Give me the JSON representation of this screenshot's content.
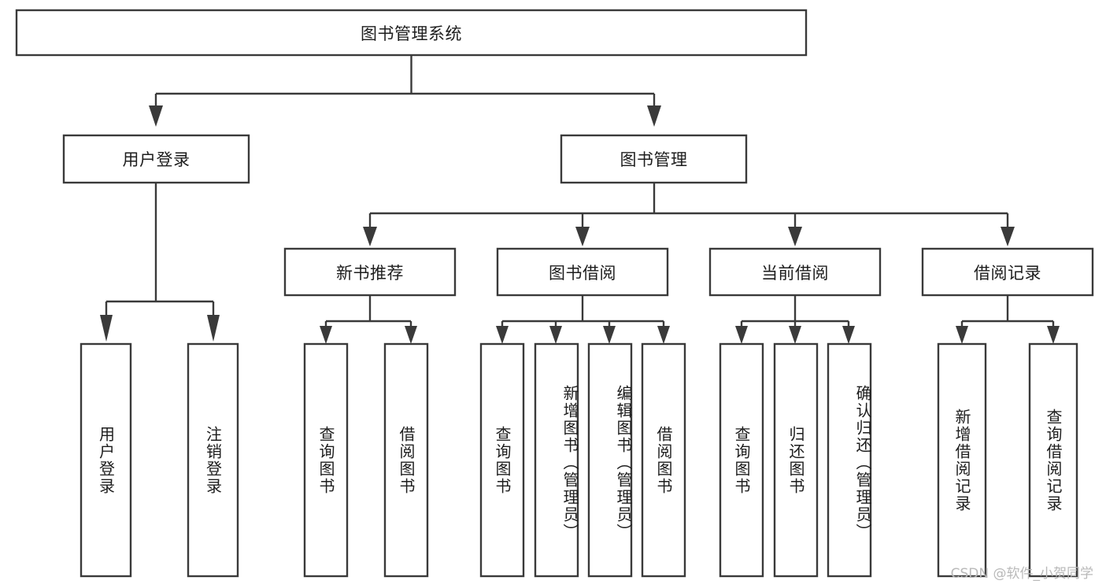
{
  "diagram": {
    "title": "图书管理系统",
    "type": "tree-hierarchy-chart",
    "watermark": "CSDN @软件_小贺同学",
    "levels": {
      "root": {
        "label": "图书管理系统"
      },
      "level2": [
        {
          "id": "user-login",
          "label": "用户登录"
        },
        {
          "id": "book-management",
          "label": "图书管理"
        }
      ],
      "level3": [
        {
          "id": "new-book-recommend",
          "label": "新书推荐"
        },
        {
          "id": "book-borrow",
          "label": "图书借阅"
        },
        {
          "id": "current-borrow",
          "label": "当前借阅"
        },
        {
          "id": "borrow-record",
          "label": "借阅记录"
        }
      ],
      "leaves": {
        "user-login": [
          {
            "id": "leaf-user-login",
            "label": "用户登录"
          },
          {
            "id": "leaf-user-logout",
            "label": "注销登录"
          }
        ],
        "new-book-recommend": [
          {
            "id": "leaf-query-book-1",
            "label": "查询图书"
          },
          {
            "id": "leaf-borrow-book-1",
            "label": "借阅图书"
          }
        ],
        "book-borrow": [
          {
            "id": "leaf-query-book-2",
            "label": "查询图书"
          },
          {
            "id": "leaf-add-book",
            "label": "新增图书（管理员）"
          },
          {
            "id": "leaf-edit-book",
            "label": "编辑图书（管理员）"
          },
          {
            "id": "leaf-borrow-book-2",
            "label": "借阅图书"
          }
        ],
        "current-borrow": [
          {
            "id": "leaf-query-book-3",
            "label": "查询图书"
          },
          {
            "id": "leaf-return-book",
            "label": "归还图书"
          },
          {
            "id": "leaf-confirm-return",
            "label": "确认归还（管理员）"
          }
        ],
        "borrow-record": [
          {
            "id": "leaf-add-record",
            "label": "新增借阅记录"
          },
          {
            "id": "leaf-query-record",
            "label": "查询借阅记录"
          }
        ]
      }
    },
    "colors": {
      "stroke": "#3a3a3a",
      "fill": "#ffffff",
      "text": "#1d1d1d",
      "watermark": "#b9b9b9"
    }
  }
}
